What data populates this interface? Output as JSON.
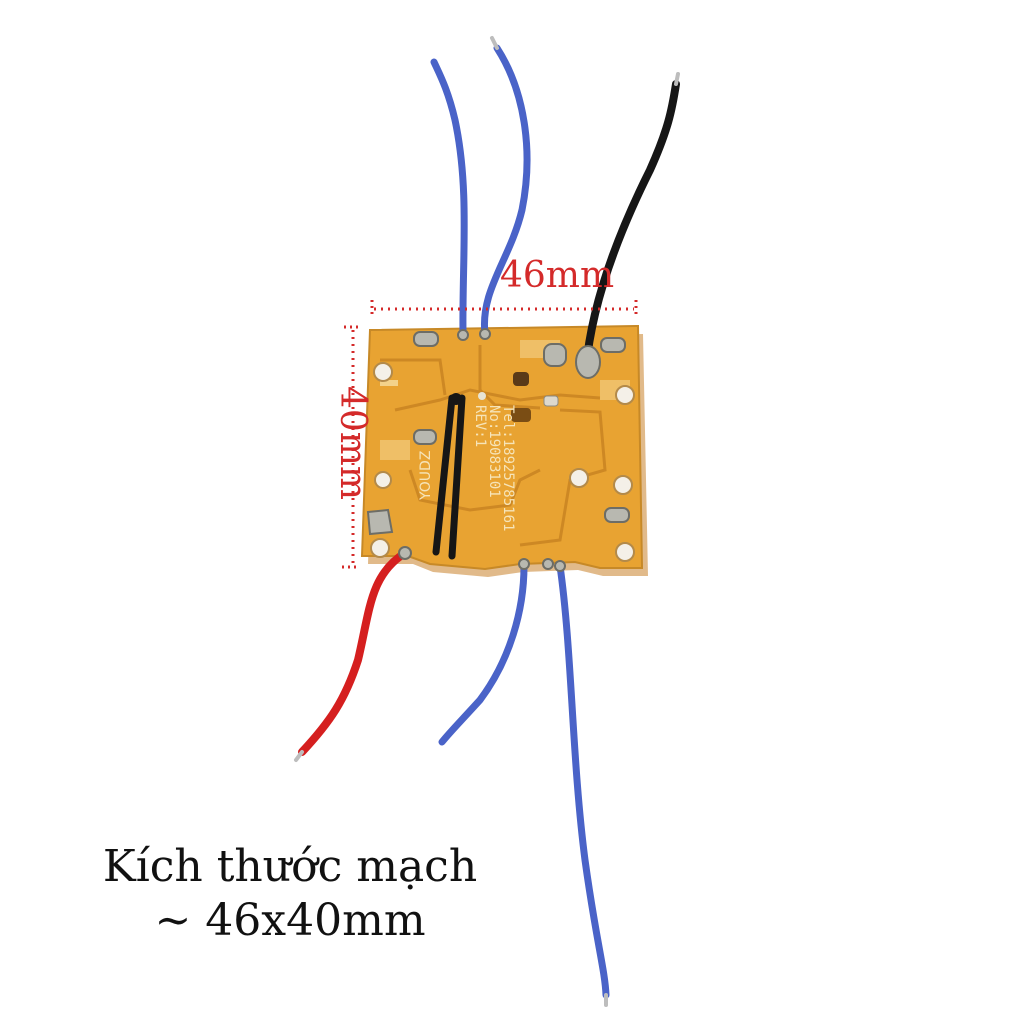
{
  "dimensions": {
    "width_label": "46mm",
    "height_label": "40mm"
  },
  "pcb_text": {
    "line1": "REV:1",
    "line2": "No:19083101",
    "line3": "Tel:18925785161",
    "brand": "YOUDZ"
  },
  "caption": {
    "line1": "Kích thước mạch",
    "line2": "~ 46x40mm"
  },
  "colors": {
    "board": "#e8a332",
    "dimension_marks": "#d42a2a",
    "wire_blue": "#4a63c8",
    "wire_black": "#161616",
    "wire_red": "#d51f1f"
  }
}
